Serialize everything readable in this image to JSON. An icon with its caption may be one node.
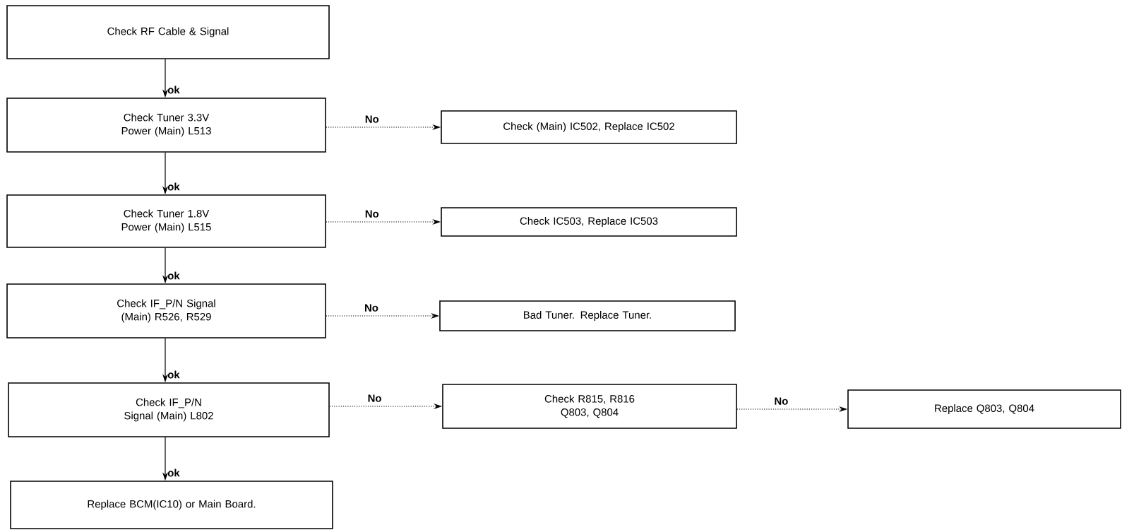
{
  "diagram": {
    "nodes": [
      {
        "text": [
          "Check RF Cable & Signal"
        ]
      },
      {
        "text": [
          "Check Tuner 3.3V Power (Main) L513"
        ]
      },
      {
        "text": [
          "Check Tuner 1.8V Power (Main) L515"
        ]
      },
      {
        "text": [
          "Check IF_P/N Signal (Main) R526, R529"
        ]
      },
      {
        "text": [
          "Check IF_P/N Signal (Main) L802"
        ]
      },
      {
        "text": [
          "Replace BCM(IC10) or Main Board."
        ]
      },
      {
        "text": [
          "Check (Main) IC502, Replace IC502"
        ]
      },
      {
        "text": [
          "Check IC503, Replace IC503"
        ]
      },
      {
        "text": [
          "Bad Tuner. Replace Tuner."
        ]
      },
      {
        "text": [
          "Check R815, R816 Q803, Q804"
        ]
      },
      {
        "text": [
          "Replace Q803, Q804"
        ]
      }
    ],
    "edges": [
      {
        "from": 0,
        "to": 1,
        "arrow": "to",
        "label": "ok"
      },
      {
        "from": 1,
        "to": 2,
        "arrow": "to",
        "label": "ok"
      },
      {
        "from": 2,
        "to": 3,
        "arrow": "to",
        "label": "ok"
      },
      {
        "from": 3,
        "to": 4,
        "arrow": "to",
        "label": "ok"
      },
      {
        "from": 4,
        "to": 5,
        "arrow": "to",
        "label": "ok"
      },
      {
        "from": 1,
        "to": 6,
        "arrow": "to",
        "label": "No",
        "style": "dashed"
      },
      {
        "from": 2,
        "to": 7,
        "arrow": "to",
        "label": "No",
        "style": "dashed"
      },
      {
        "from": 3,
        "to": 8,
        "arrow": "to",
        "label": "No",
        "style": "dashed"
      },
      {
        "from": 4,
        "to": 9,
        "arrow": "to",
        "label": "No",
        "style": "dashed"
      },
      {
        "from": 9,
        "to": 10,
        "arrow": "to",
        "label": "No",
        "style": "dashed"
      }
    ]
  }
}
